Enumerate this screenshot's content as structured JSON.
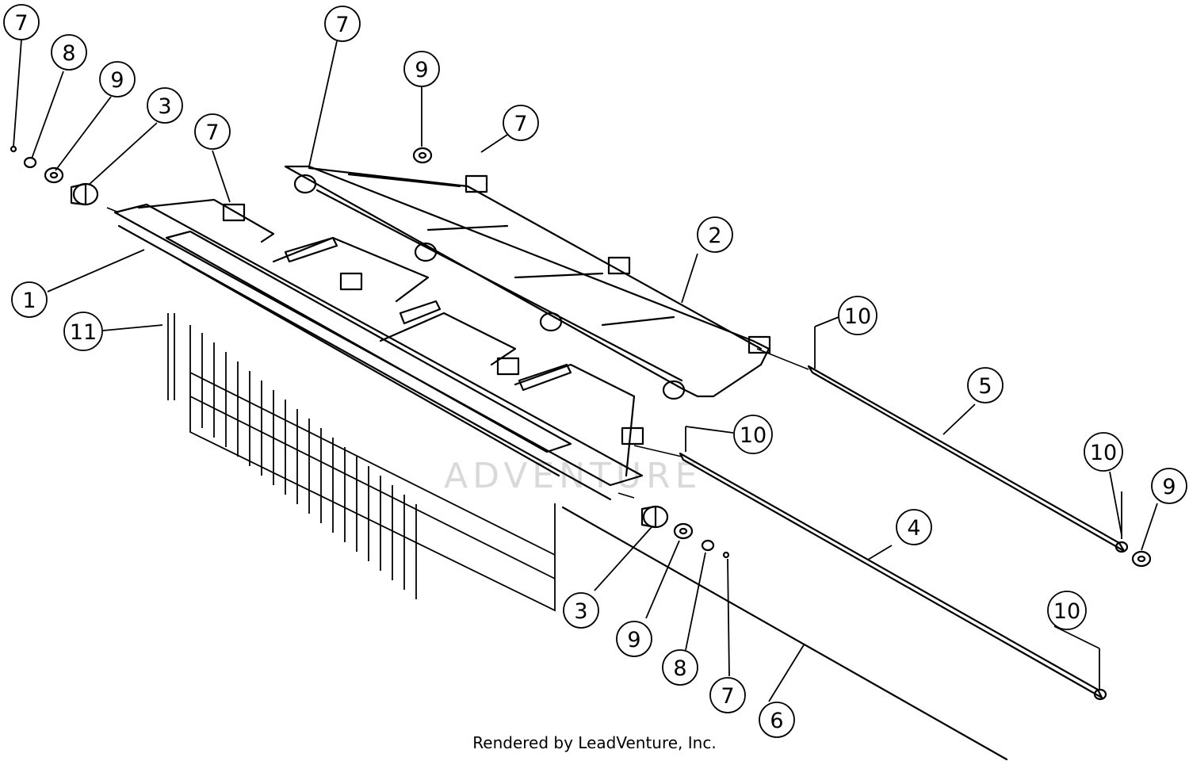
{
  "footer": {
    "credit": "Rendered by LeadVenture, Inc."
  },
  "watermark": {
    "text": "ADVENTURE"
  },
  "callouts": [
    {
      "id": "c1",
      "label": "7"
    },
    {
      "id": "c2",
      "label": "8"
    },
    {
      "id": "c3",
      "label": "9"
    },
    {
      "id": "c4",
      "label": "3"
    },
    {
      "id": "c5",
      "label": "7"
    },
    {
      "id": "c6",
      "label": "7"
    },
    {
      "id": "c7",
      "label": "9"
    },
    {
      "id": "c8",
      "label": "7"
    },
    {
      "id": "c9",
      "label": "2"
    },
    {
      "id": "c10",
      "label": "1"
    },
    {
      "id": "c11",
      "label": "11"
    },
    {
      "id": "c12",
      "label": "10"
    },
    {
      "id": "c13",
      "label": "10"
    },
    {
      "id": "c14",
      "label": "5"
    },
    {
      "id": "c15",
      "label": "10"
    },
    {
      "id": "c16",
      "label": "9"
    },
    {
      "id": "c17",
      "label": "4"
    },
    {
      "id": "c18",
      "label": "3"
    },
    {
      "id": "c19",
      "label": "9"
    },
    {
      "id": "c20",
      "label": "8"
    },
    {
      "id": "c21",
      "label": "7"
    },
    {
      "id": "c22",
      "label": "10"
    },
    {
      "id": "c23",
      "label": "6"
    }
  ]
}
